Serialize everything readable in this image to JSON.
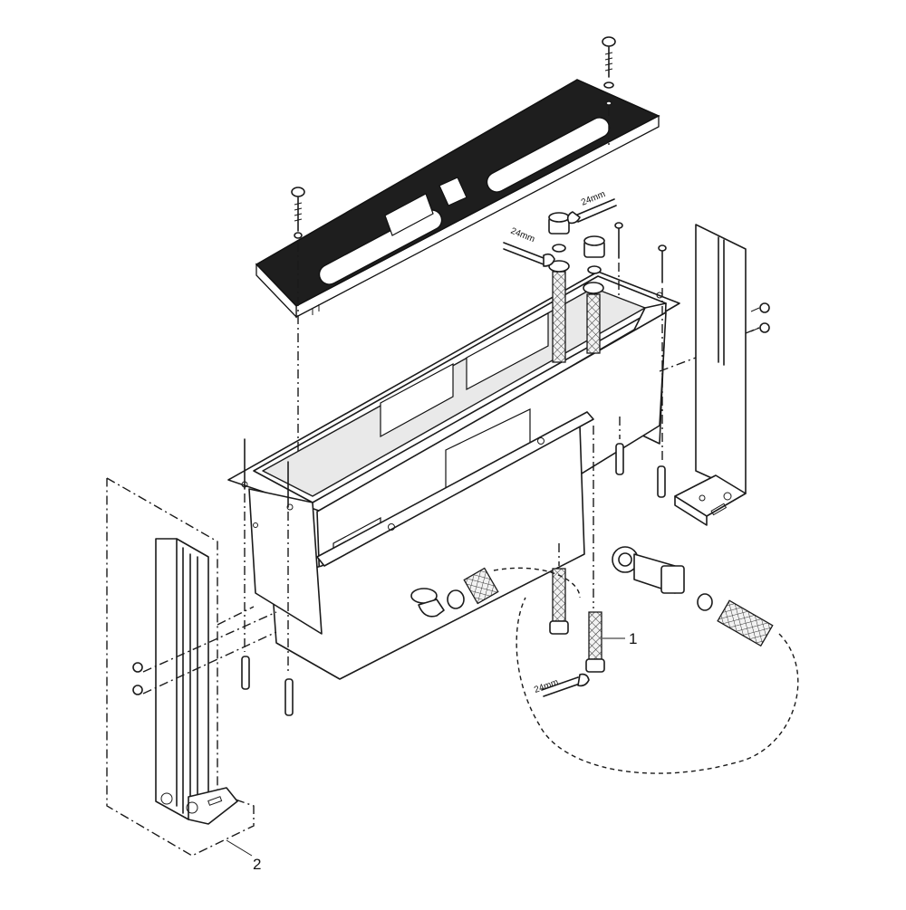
{
  "callouts": {
    "part1": "1",
    "part2": "2"
  },
  "wrench_labels": {
    "top_left": "24mm",
    "top_right": "24mm",
    "bottom": "24mm"
  }
}
